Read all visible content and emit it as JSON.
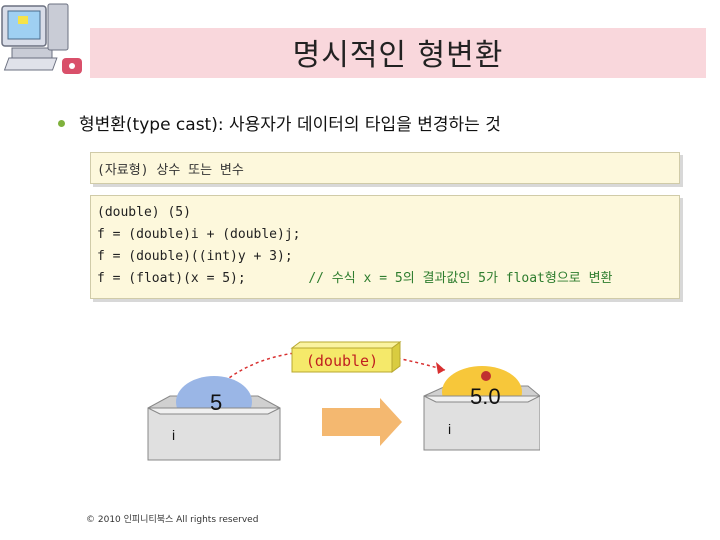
{
  "header": {
    "title": "명시적인 형변환"
  },
  "bullet": {
    "text": "형변환(type cast): 사용자가 데이터의 타입을 변경하는 것"
  },
  "syntax_box": {
    "text": "(자료형) 상수 또는 변수"
  },
  "code_box": {
    "lines": [
      {
        "code": "(double) (5)",
        "comment": ""
      },
      {
        "code": "f = (double)i + (double)j;",
        "comment": ""
      },
      {
        "code": "f = (double)((int)y + 3);",
        "comment": ""
      },
      {
        "code": "f = (float)(x = 5);        ",
        "comment": "// 수식 x = 5의 결과값인 5가 float형으로 변환"
      }
    ]
  },
  "diagram": {
    "cast_label": "(double)",
    "left_value": "5",
    "right_value": "5.0",
    "left_var": "i",
    "right_var": "i"
  },
  "footer": {
    "text": "© 2010 인피니티북스 All rights reserved"
  },
  "colors": {
    "title_bg": "#f9d7dc",
    "box_bg": "#fdf8dc",
    "bullet": "#7fb13c",
    "comment": "#2e7d2e"
  }
}
